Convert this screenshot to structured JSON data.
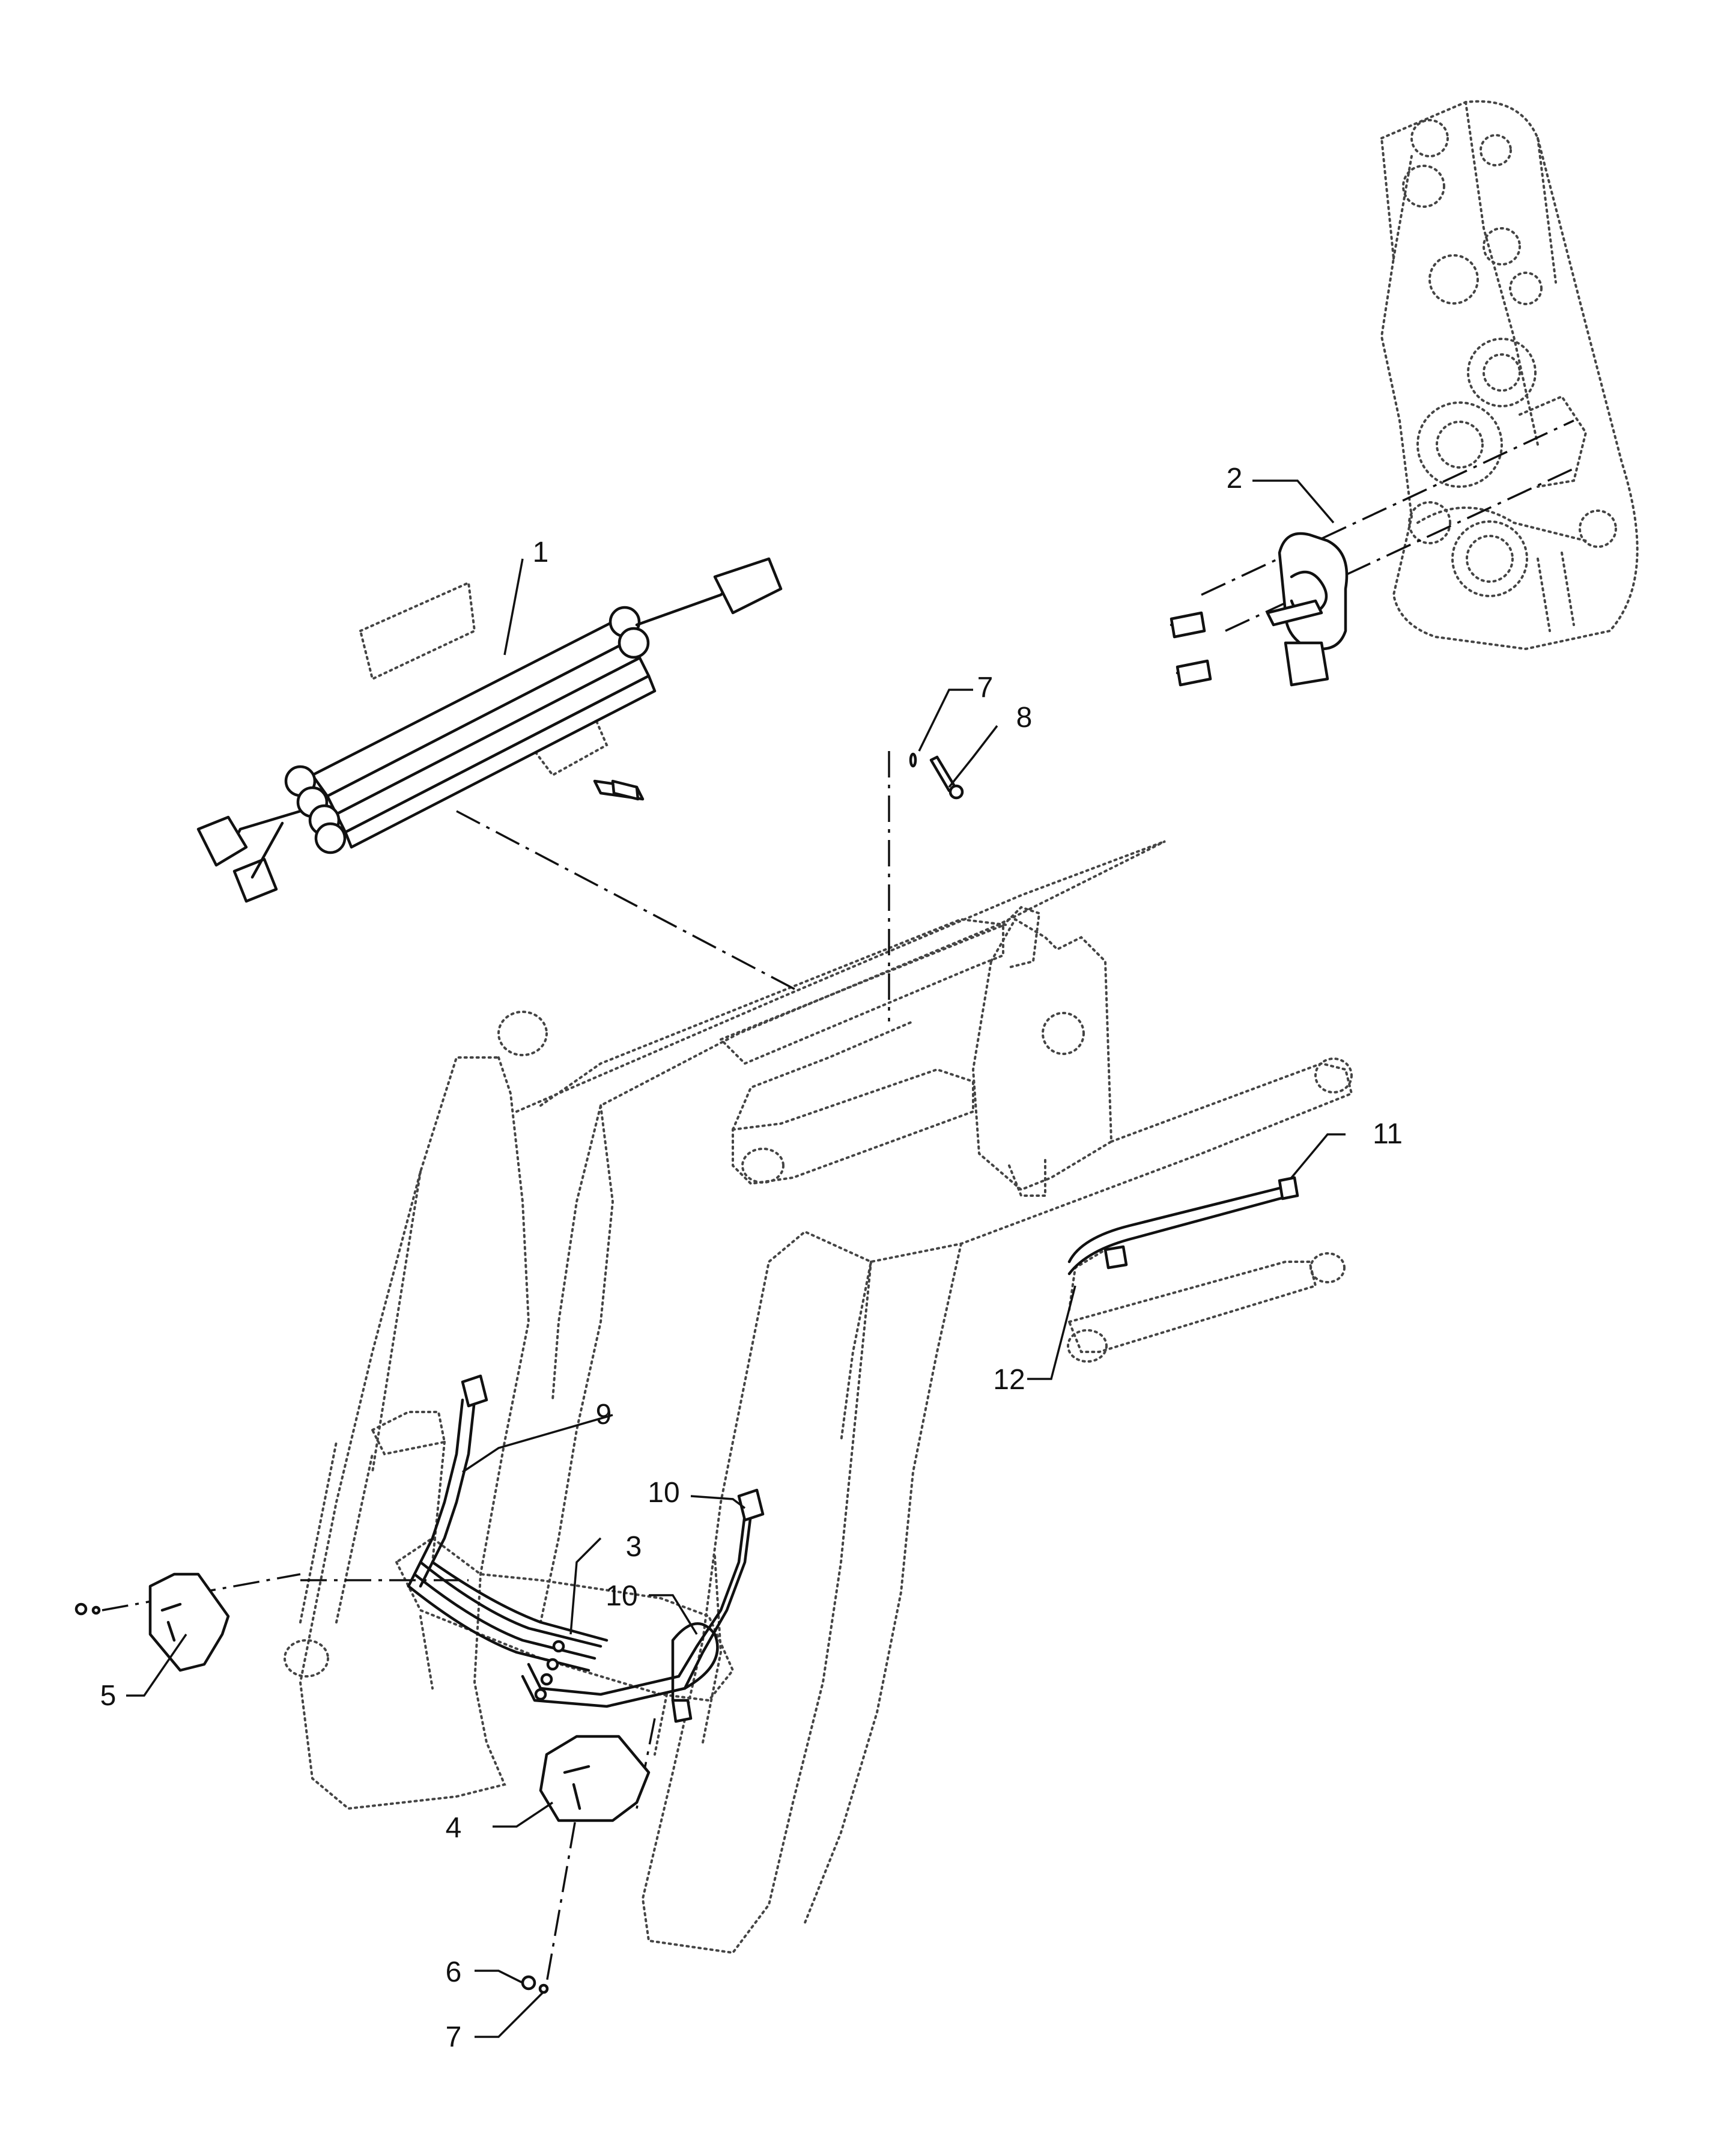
{
  "callouts": [
    {
      "id": "c1",
      "label": "1"
    },
    {
      "id": "c2",
      "label": "2"
    },
    {
      "id": "c3",
      "label": "3"
    },
    {
      "id": "c4",
      "label": "4"
    },
    {
      "id": "c5",
      "label": "5"
    },
    {
      "id": "c6",
      "label": "6"
    },
    {
      "id": "c7a",
      "label": "7"
    },
    {
      "id": "c7b",
      "label": "7"
    },
    {
      "id": "c8",
      "label": "8"
    },
    {
      "id": "c9",
      "label": "9"
    },
    {
      "id": "c10a",
      "label": "10"
    },
    {
      "id": "c10b",
      "label": "10"
    },
    {
      "id": "c11",
      "label": "11"
    },
    {
      "id": "c12",
      "label": "12"
    }
  ]
}
